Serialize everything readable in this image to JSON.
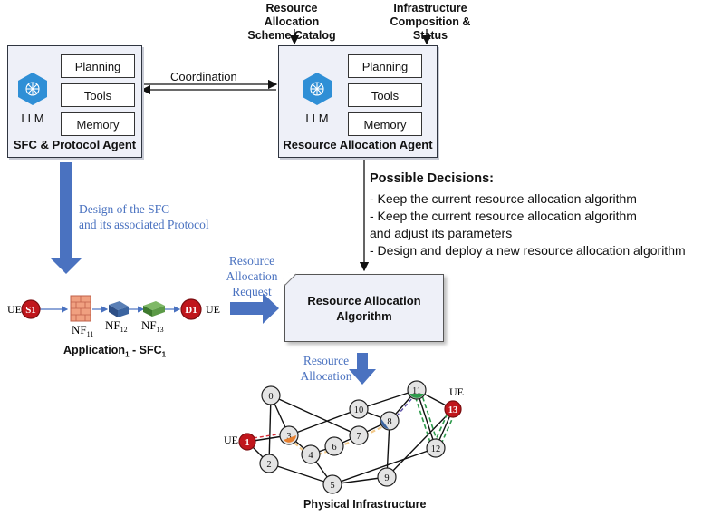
{
  "top_labels": {
    "catalog_line1": "Resource Allocation",
    "catalog_line2": "Scheme Catalog",
    "infra_line1": "Infrastructure",
    "infra_line2": "Composition & Status"
  },
  "left_agent": {
    "title": "SFC & Protocol Agent",
    "llm": "LLM",
    "items": [
      "Planning",
      "Tools",
      "Memory"
    ]
  },
  "right_agent": {
    "title": "Resource Allocation Agent",
    "llm": "LLM",
    "items": [
      "Planning",
      "Tools",
      "Memory"
    ]
  },
  "coordination": "Coordination",
  "design_text": {
    "line1": "Design of the SFC",
    "line2": "and its associated Protocol"
  },
  "request_text": {
    "line1": "Resource",
    "line2": "Allocation",
    "line3": "Request"
  },
  "allocation_text": {
    "line1": "Resource",
    "line2": "Allocation"
  },
  "decisions": {
    "heading": "Possible Decisions:",
    "lines": [
      "- Keep the current resource allocation algorithm",
      "- Keep the current resource allocation algorithm",
      "and adjust its parameters",
      "- Design and deploy a new resource allocation algorithm"
    ]
  },
  "algorithm_box": {
    "line1": "Resource Allocation",
    "line2": "Algorithm"
  },
  "sfc": {
    "ue_left": "UE",
    "source": "S1",
    "destination": "D1",
    "ue_right": "UE",
    "nf1": "NF",
    "nf1_sub": "11",
    "nf2": "NF",
    "nf2_sub": "12",
    "nf3": "NF",
    "nf3_sub": "13",
    "caption_main": "Application",
    "caption_sub1": "1",
    "caption_mid": " - SFC",
    "caption_sub2": "1"
  },
  "infrastructure": {
    "caption": "Physical Infrastructure",
    "ue_left": "UE",
    "ue_right": "UE",
    "node_labels": [
      "0",
      "1",
      "2",
      "3",
      "4",
      "5",
      "6",
      "7",
      "8",
      "9",
      "10",
      "11",
      "12",
      "13"
    ],
    "endpoint_color": "#c0161c",
    "node_fill": "#e4e4e4"
  },
  "colors": {
    "arrow_blue": "#4a72c0",
    "agent_fill": "#eef0f8",
    "icon_blue": "#2f8fd6"
  }
}
